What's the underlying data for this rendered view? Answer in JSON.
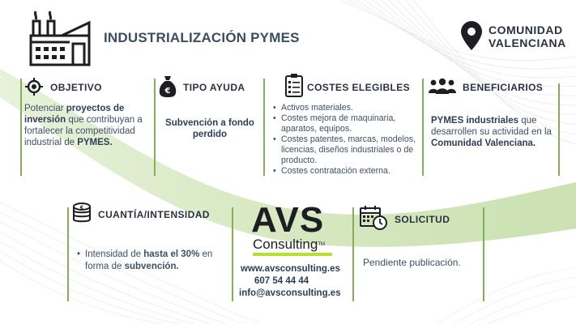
{
  "header": {
    "title": "INDUSTRIALIZACIÓN PYMES",
    "region_line1": "COMUNIDAD",
    "region_line2": "VALENCIANA"
  },
  "sections": {
    "objetivo": {
      "heading": "OBJETIVO",
      "icon": "target-icon",
      "text_parts": [
        "Potenciar ",
        "proyectos de inversión",
        " que contribuyan a fortalecer la competitividad industrial de ",
        "PYMES."
      ]
    },
    "tipo_ayuda": {
      "heading": "TIPO AYUDA",
      "icon": "money-bag-icon",
      "text": "Subvención a fondo perdido"
    },
    "costes": {
      "heading": "COSTES ELEGIBLES",
      "icon": "checklist-icon",
      "items": [
        "Activos materiales.",
        "Costes mejora de maquinaria, aparatos, equipos.",
        "Costes patentes, marcas, modelos, licencias, diseños industriales o de producto.",
        "Costes contratación externa."
      ]
    },
    "beneficiarios": {
      "heading": "BENEFICIARIOS",
      "icon": "group-icon",
      "text_parts": [
        "PYMES industriales",
        " que desarrollen su actividad en la ",
        "Comunidad Valenciana."
      ]
    },
    "cuantia": {
      "heading": "CUANTÍA/INTENSIDAD",
      "icon": "coins-icon",
      "text_parts": [
        "Intensidad de ",
        "hasta el 30%",
        " en forma de ",
        "subvención."
      ]
    },
    "solicitud": {
      "heading": "SOLICITUD",
      "icon": "calendar-clock-icon",
      "text": "Pendiente publicación."
    }
  },
  "brand": {
    "logo_big": "AVS",
    "logo_small": "Consulting",
    "tm": "TM",
    "web": "www.avsconsulting.es",
    "phone": "607 54 44 44",
    "email": "info@avsconsulting.es",
    "accent_color": "#b6df2f"
  },
  "colors": {
    "divider": "#88ad5a",
    "swoosh": "#c9dfae",
    "text": "#3e4f66"
  }
}
